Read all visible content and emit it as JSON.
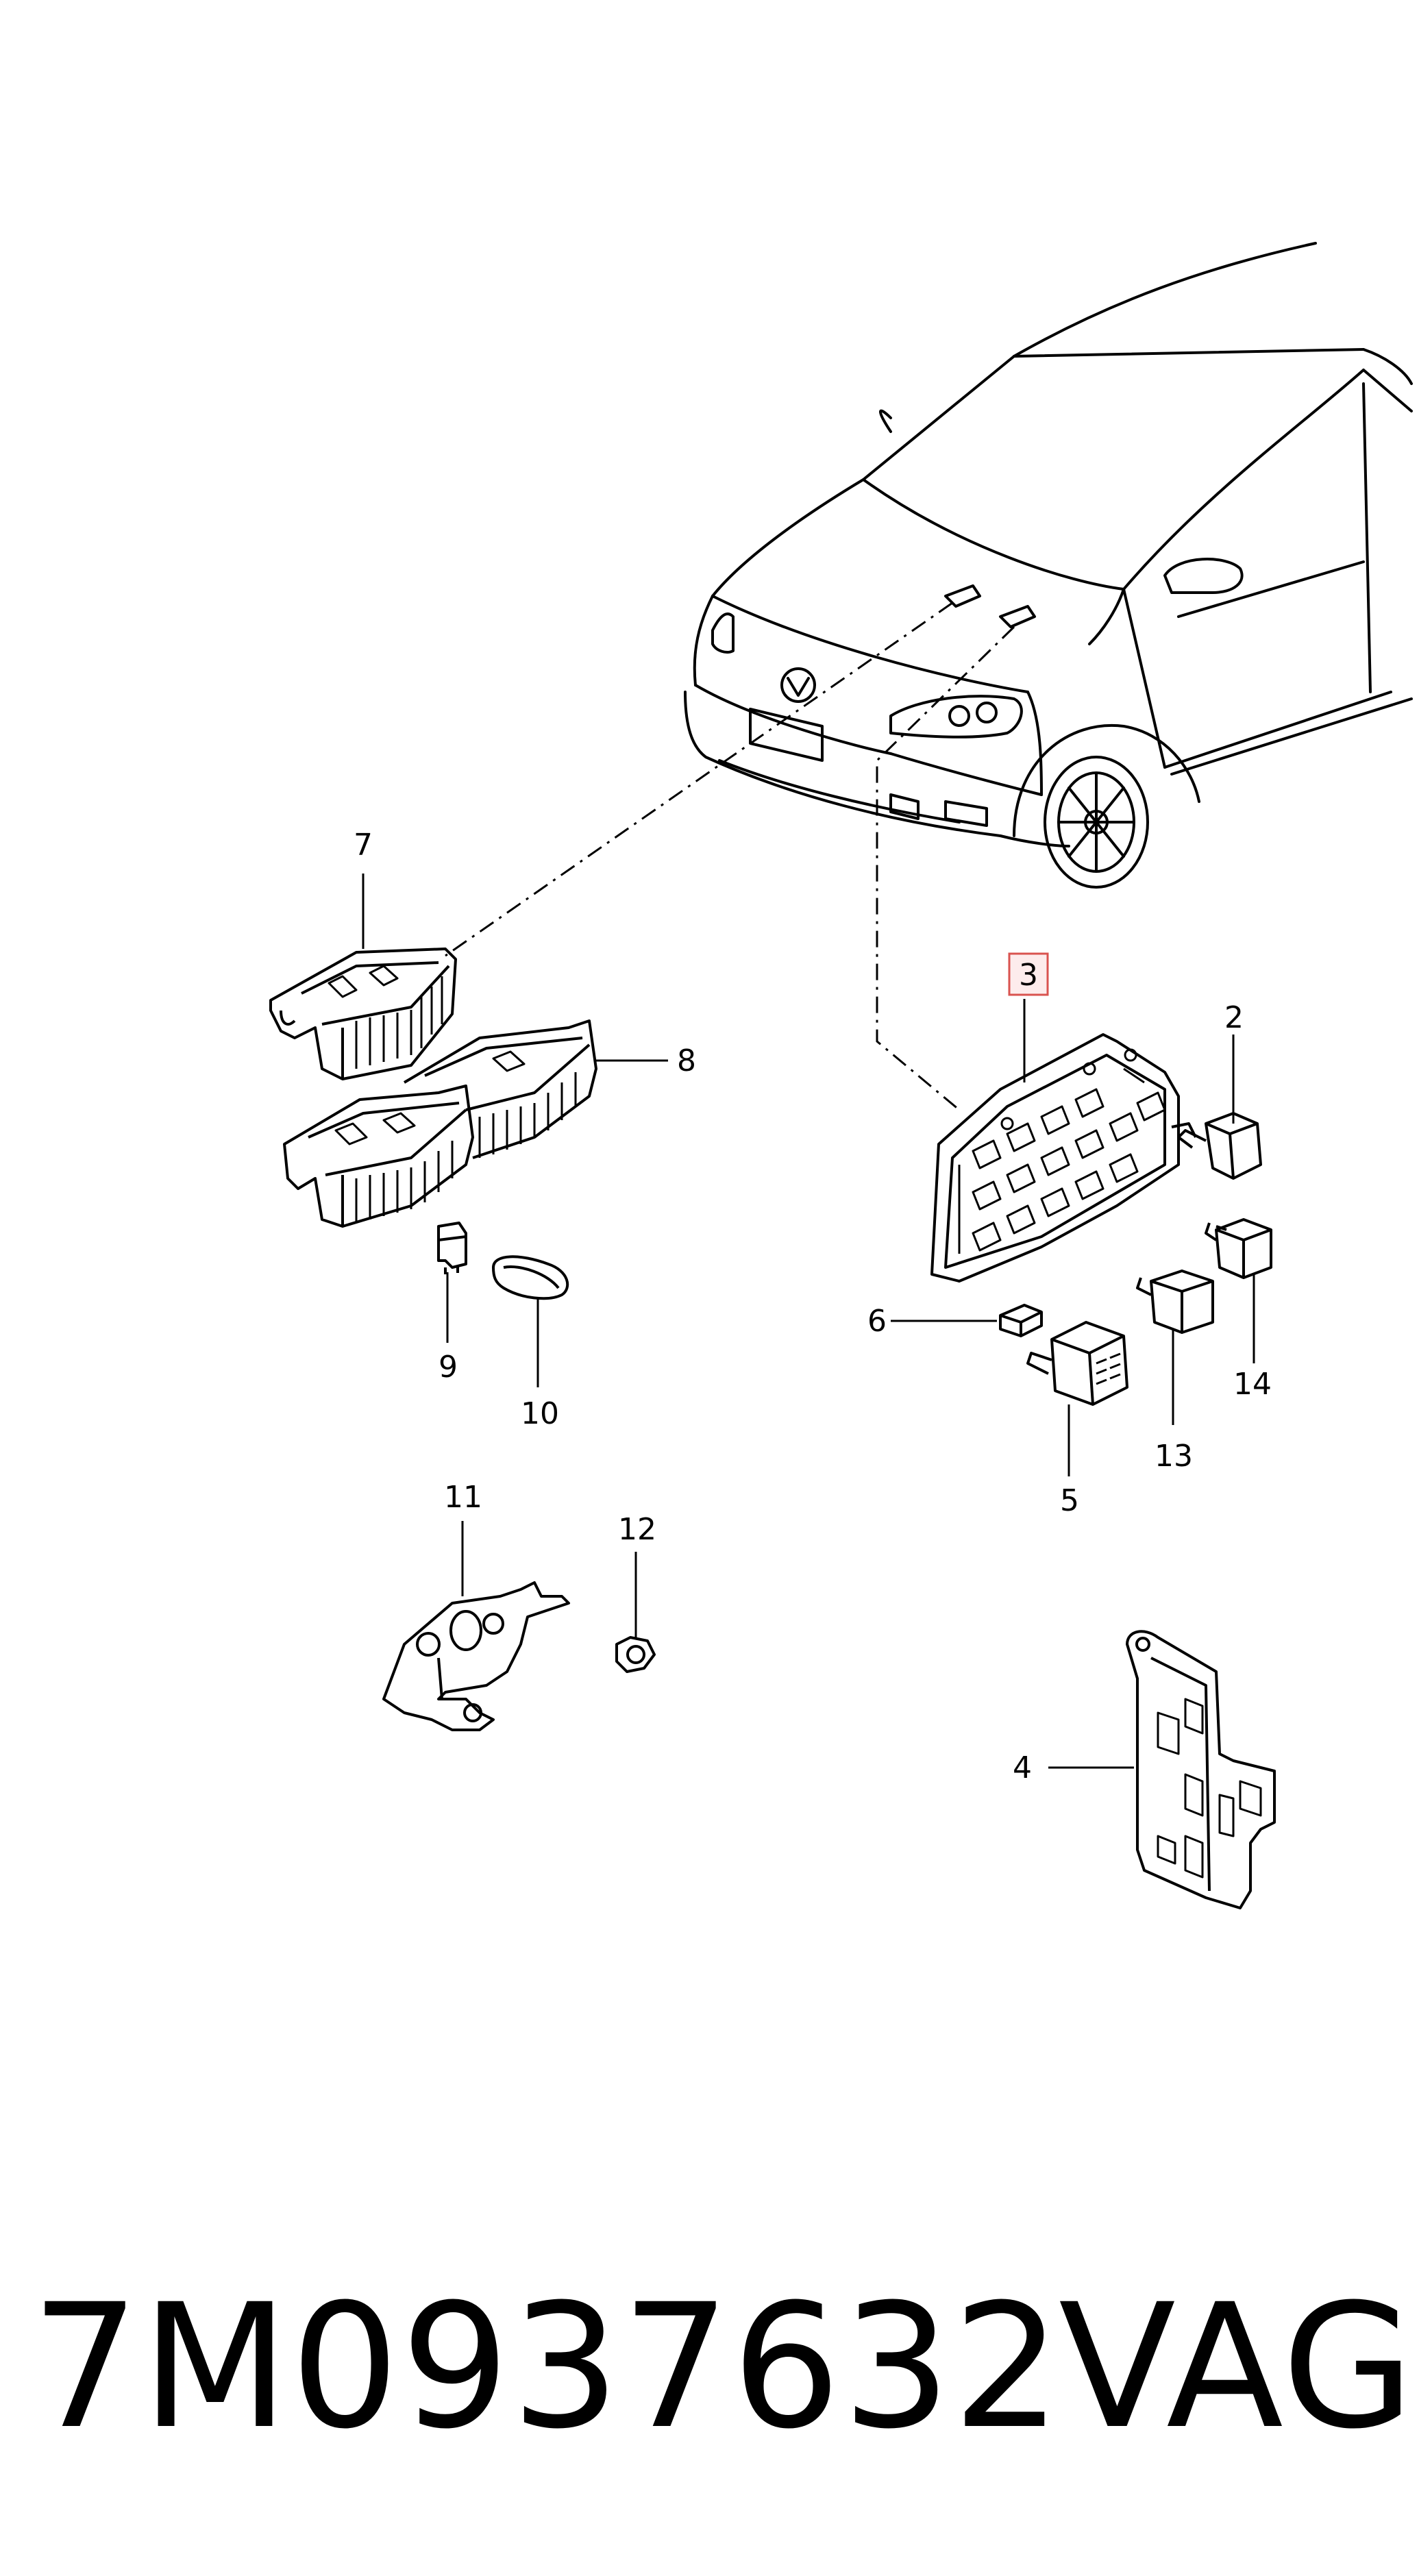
{
  "labels": {
    "l2": "2",
    "l3": "3",
    "l4": "4",
    "l5": "5",
    "l6": "6",
    "l7": "7",
    "l8": "8",
    "l9": "9",
    "l10": "10",
    "l11": "11",
    "l12": "12",
    "l13": "13",
    "l14": "14"
  },
  "footer": {
    "part_number": "7M0937632",
    "brand": "VAG"
  },
  "colors": {
    "line": "#000000",
    "highlight": "#d9534f"
  }
}
